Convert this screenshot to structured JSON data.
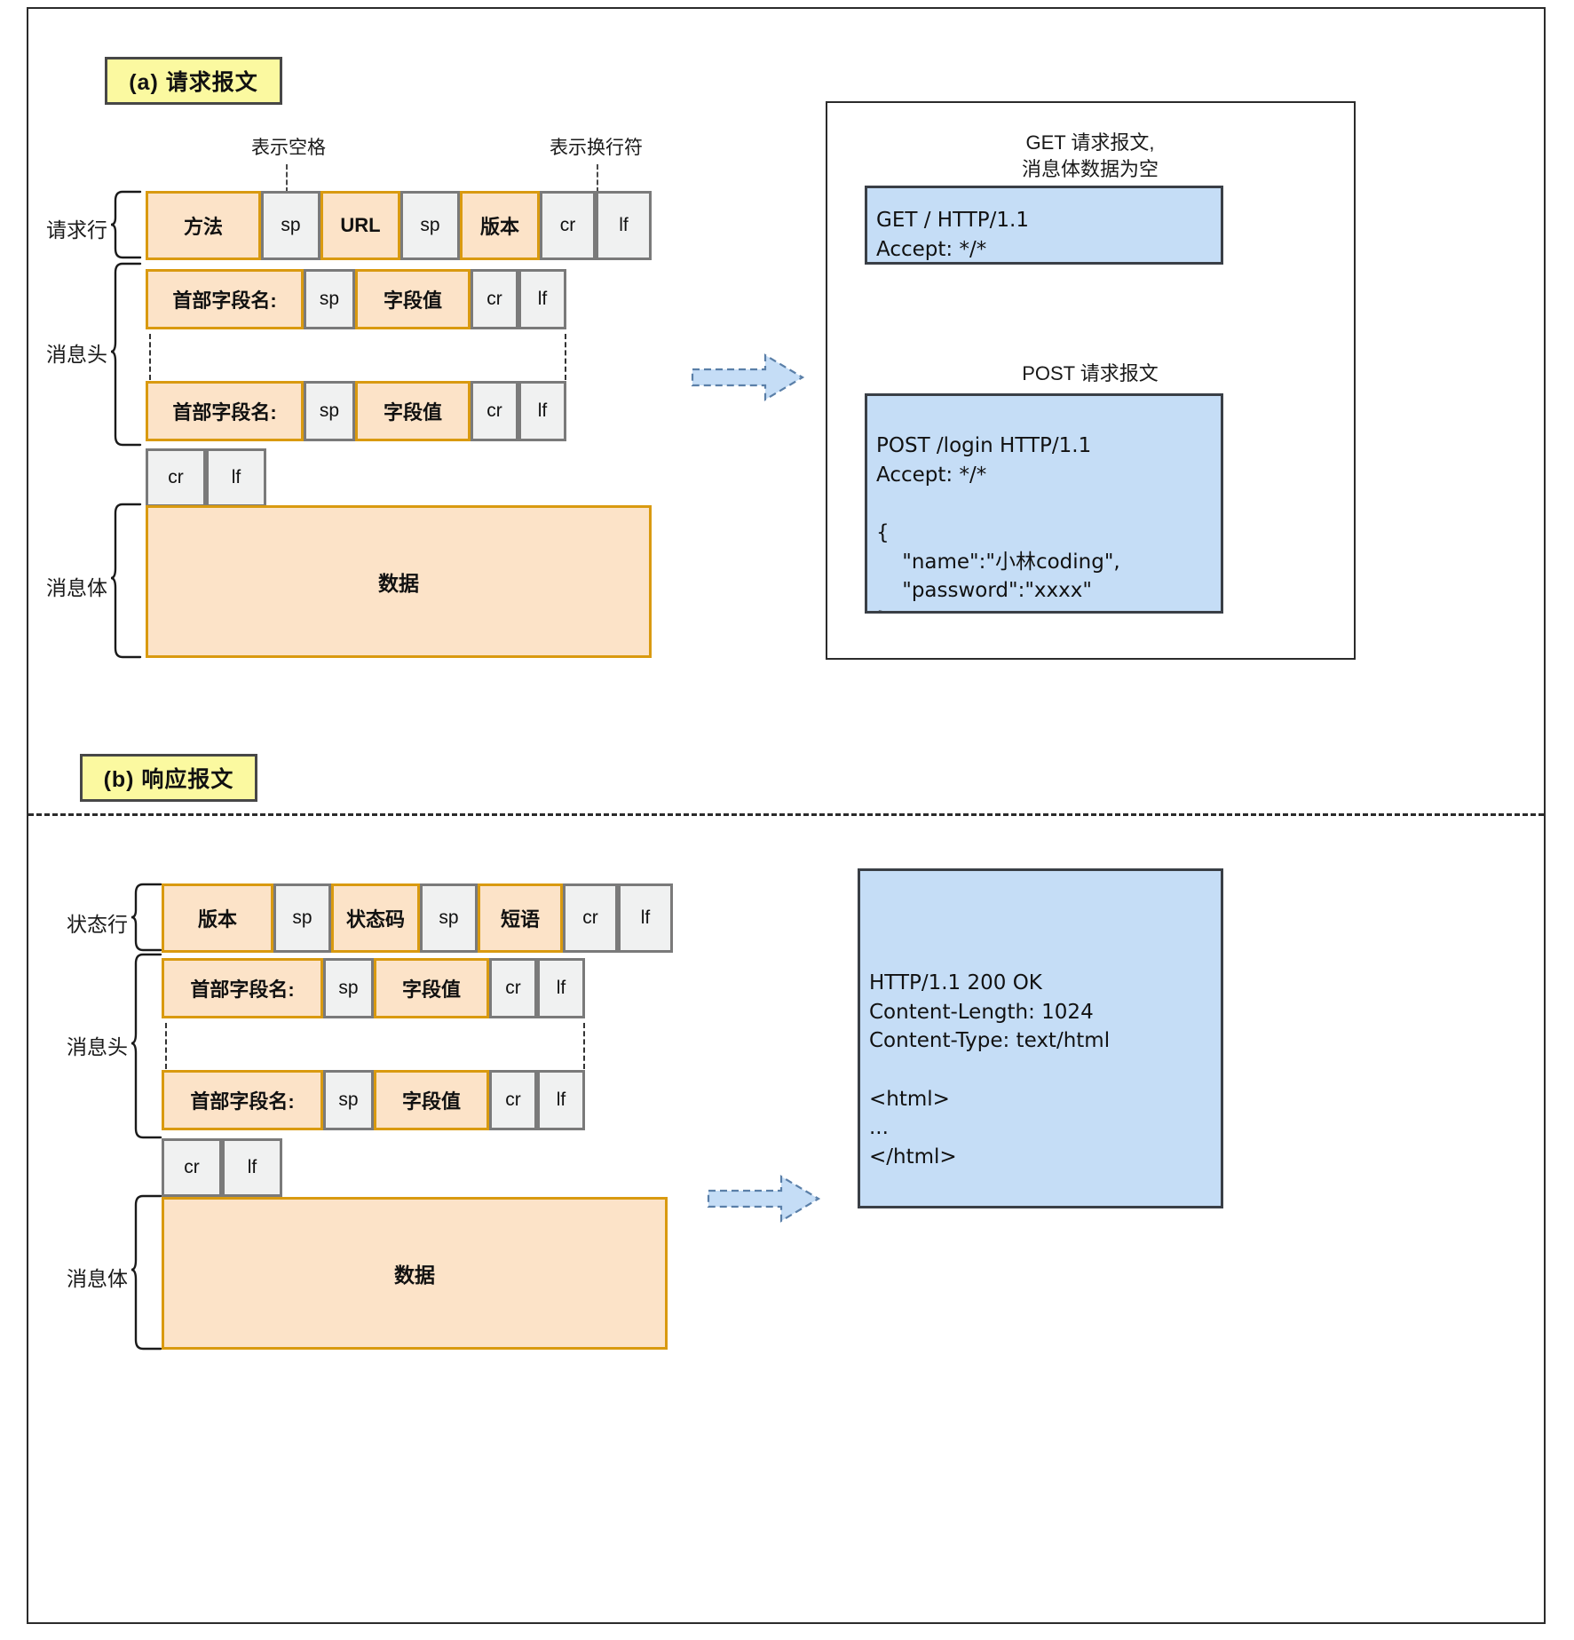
{
  "sections": {
    "request": {
      "title": "(a) 请求报文",
      "annotations": {
        "space": "表示空格",
        "newline": "表示换行符"
      },
      "group_labels": {
        "start_line": "请求行",
        "headers": "消息头",
        "body": "消息体"
      },
      "request_line_cells": [
        {
          "text": "方法",
          "type": "orange"
        },
        {
          "text": "sp",
          "type": "grey"
        },
        {
          "text": "URL",
          "type": "orange"
        },
        {
          "text": "sp",
          "type": "grey"
        },
        {
          "text": "版本",
          "type": "orange"
        },
        {
          "text": "cr",
          "type": "grey"
        },
        {
          "text": "lf",
          "type": "grey"
        }
      ],
      "header_line_cells": [
        {
          "text": "首部字段名:",
          "type": "orange"
        },
        {
          "text": "sp",
          "type": "grey"
        },
        {
          "text": "字段值",
          "type": "orange"
        },
        {
          "text": "cr",
          "type": "grey"
        },
        {
          "text": "lf",
          "type": "grey"
        }
      ],
      "blank_line_cells": [
        {
          "text": "cr",
          "type": "grey"
        },
        {
          "text": "lf",
          "type": "grey"
        }
      ],
      "body_cell": {
        "text": "数据",
        "type": "orange"
      },
      "examples": [
        {
          "caption": "GET 请求报文,\n消息体数据为空",
          "code": "GET / HTTP/1.1\nAccept: */*"
        },
        {
          "caption": "POST 请求报文",
          "code": "POST /login HTTP/1.1\nAccept: */*\n\n{\n    \"name\":\"小林coding\",\n    \"password\":\"xxxx\"\n}"
        }
      ]
    },
    "response": {
      "title": "(b) 响应报文",
      "group_labels": {
        "start_line": "状态行",
        "headers": "消息头",
        "body": "消息体"
      },
      "status_line_cells": [
        {
          "text": "版本",
          "type": "orange"
        },
        {
          "text": "sp",
          "type": "grey"
        },
        {
          "text": "状态码",
          "type": "orange"
        },
        {
          "text": "sp",
          "type": "grey"
        },
        {
          "text": "短语",
          "type": "orange"
        },
        {
          "text": "cr",
          "type": "grey"
        },
        {
          "text": "lf",
          "type": "grey"
        }
      ],
      "header_line_cells": [
        {
          "text": "首部字段名:",
          "type": "orange"
        },
        {
          "text": "sp",
          "type": "grey"
        },
        {
          "text": "字段值",
          "type": "orange"
        },
        {
          "text": "cr",
          "type": "grey"
        },
        {
          "text": "lf",
          "type": "grey"
        }
      ],
      "blank_line_cells": [
        {
          "text": "cr",
          "type": "grey"
        },
        {
          "text": "lf",
          "type": "grey"
        }
      ],
      "body_cell": {
        "text": "数据",
        "type": "orange"
      },
      "examples": [
        {
          "caption": "",
          "code": "HTTP/1.1 200 OK\nContent-Length: 1024\nContent-Type: text/html\n\n<html>\n...\n</html>"
        }
      ]
    }
  },
  "colors": {
    "chip_fill": "#fbf9a0",
    "orange_fill": "#fce3c8",
    "orange_border": "#d99a10",
    "grey_fill": "#f0f1f1",
    "grey_border": "#7a7a7a",
    "code_fill": "#c5ddf6",
    "code_border": "#3a3f46",
    "arrow_fill": "#c5ddf6",
    "arrow_border": "#5a7fa8",
    "frame": "#2b2b2b"
  }
}
